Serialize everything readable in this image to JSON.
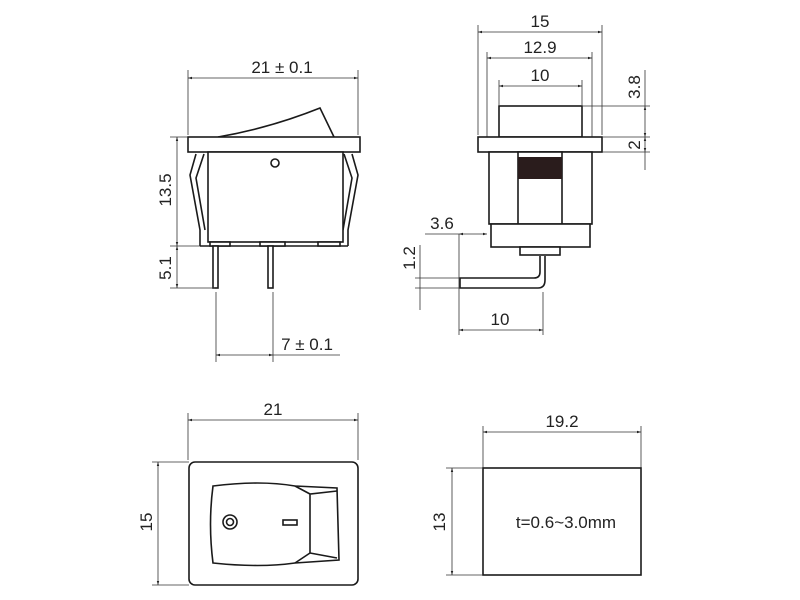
{
  "side_view": {
    "width_label": "21 ± 0.1",
    "height_label": "13.5",
    "pin_length_label": "5.1",
    "pin_pitch_label": "7 ± 0.1"
  },
  "end_view": {
    "flange_width_label": "15",
    "body_width_label": "12.9",
    "rocker_width_label": "10",
    "rocker_height_label": "3.8",
    "flange_thickness_label": "2",
    "pin_offset_label": "3.6",
    "pin_thickness_label": "1.2",
    "pin_bend_length_label": "10"
  },
  "front_view": {
    "width_label": "21",
    "height_label": "15"
  },
  "panel_cutout": {
    "width_label": "19.2",
    "height_label": "13",
    "thickness_note": "t=0.6~3.0mm"
  }
}
